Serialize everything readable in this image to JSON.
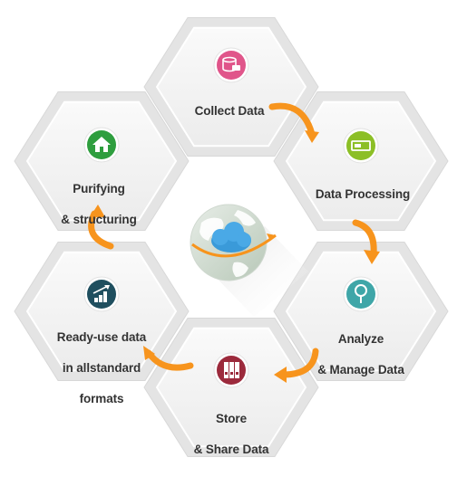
{
  "diagram": {
    "steps": [
      {
        "id": "collect",
        "lines": [
          "Collect Data"
        ],
        "icon": "database-icon",
        "color": "#e0558a"
      },
      {
        "id": "processing",
        "lines": [
          "Data Processing"
        ],
        "icon": "progress-bar-icon",
        "color": "#8cbf26"
      },
      {
        "id": "analyze",
        "lines": [
          "Analyze",
          "& Manage Data"
        ],
        "icon": "magnifier-icon",
        "color": "#3fa6a8"
      },
      {
        "id": "store",
        "lines": [
          "Store",
          "& Share Data"
        ],
        "icon": "binders-icon",
        "color": "#9c2a3c"
      },
      {
        "id": "ready",
        "lines": [
          "Ready-use data",
          "in allstandard",
          "formats"
        ],
        "icon": "growth-chart-icon",
        "color": "#1f4f5f"
      },
      {
        "id": "purify",
        "lines": [
          "Purifying",
          "& structuring"
        ],
        "icon": "home-icon",
        "color": "#2e9e3e"
      }
    ],
    "center_icon": "globe-cloud-icon",
    "colors": {
      "arrow": "#f7941d",
      "hex_face": "#f4f4f4",
      "hex_rim": "#e4e4e4",
      "text": "#333333"
    }
  }
}
